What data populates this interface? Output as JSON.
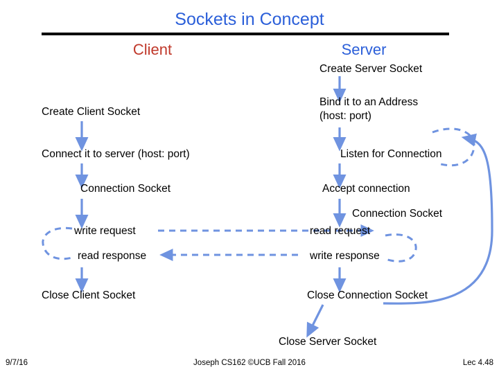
{
  "slide": {
    "title": "Sockets in Concept",
    "columns": {
      "client_label": "Client",
      "server_label": "Server"
    },
    "colors": {
      "title": "#2b5fd9",
      "client_heading": "#c0392b",
      "server_heading": "#2b5fd9",
      "arrow": "#6f93e0",
      "text": "#000000",
      "rule": "#000000"
    },
    "client_steps": [
      {
        "label": "Create Client Socket"
      },
      {
        "label": "Connect it to server (host: port)"
      },
      {
        "label": "Connection Socket"
      },
      {
        "label": "write request"
      },
      {
        "label": "read response"
      },
      {
        "label": "Close Client Socket"
      }
    ],
    "server_steps": [
      {
        "label": "Create Server Socket"
      },
      {
        "label": "Bind it to an Address"
      },
      {
        "label": "(host: port)"
      },
      {
        "label": "Listen for Connection"
      },
      {
        "label": "Accept connection"
      },
      {
        "label": "Connection Socket"
      },
      {
        "label": "read request"
      },
      {
        "label": "write response"
      },
      {
        "label": "Close Connection Socket"
      },
      {
        "label": "Close Server Socket"
      }
    ],
    "footer": {
      "date": "9/7/16",
      "center": "Joseph CS162 ©UCB Fall 2016",
      "lecture": "Lec 4.48"
    }
  }
}
